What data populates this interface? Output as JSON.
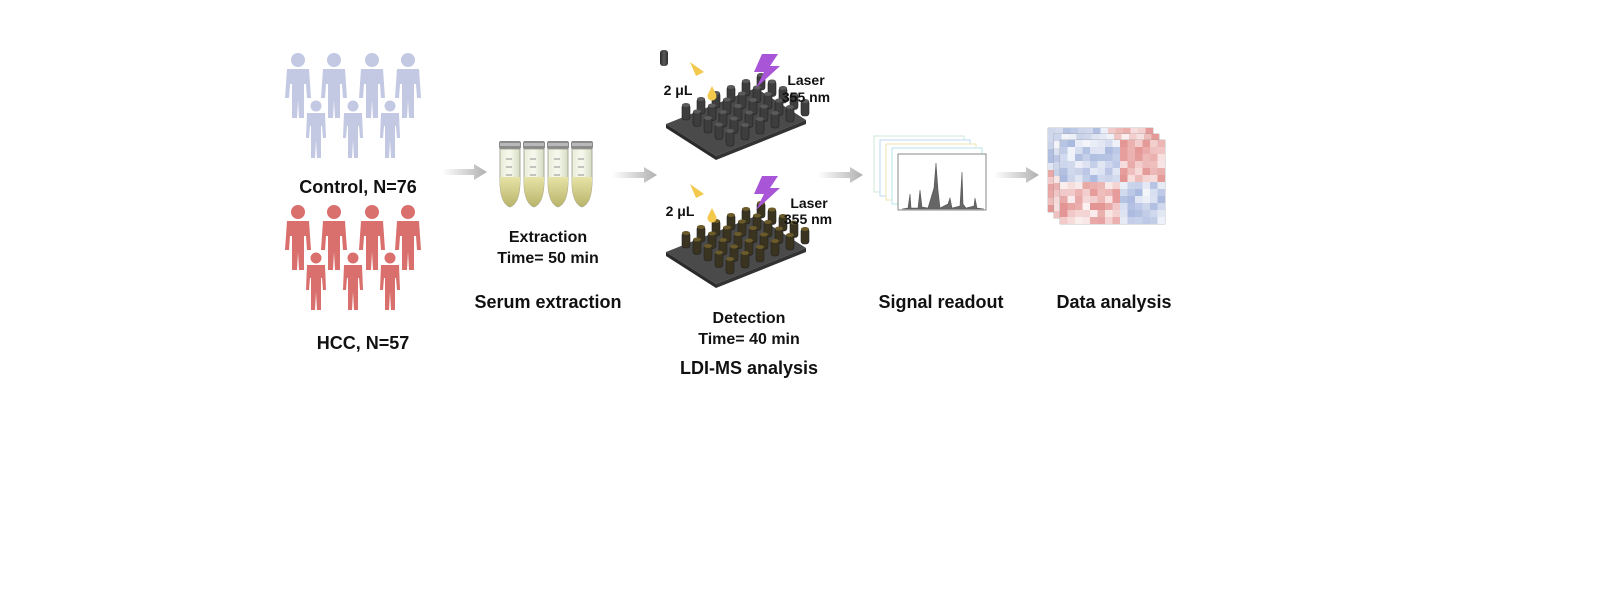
{
  "groups": {
    "control_label": "Control, N=76",
    "hcc_label": "HCC, N=57",
    "control_color": "#c3c8e3",
    "hcc_color": "#d9706d"
  },
  "extraction": {
    "line1": "Extraction",
    "line2": "Time= 50 min",
    "title": "Serum extraction"
  },
  "ldi": {
    "volume_top": "2 μL",
    "laser_top_1": "Laser",
    "laser_top_2": "355 nm",
    "volume_bottom": "2 μL",
    "laser_bottom_1": "Laser",
    "laser_bottom_2": "355 nm",
    "line1": "Detection",
    "line2": "Time= 40 min",
    "title": "LDI-MS analysis"
  },
  "signal": {
    "title": "Signal readout"
  },
  "analysis": {
    "title": "Data analysis"
  },
  "colors": {
    "arrow": "#b5b5b5",
    "chip": "#3a3a3a",
    "laser": "#a855d8",
    "droplet": "#f2c94c",
    "heat_red": "#d9706d",
    "heat_blue": "#8fa3d4"
  }
}
